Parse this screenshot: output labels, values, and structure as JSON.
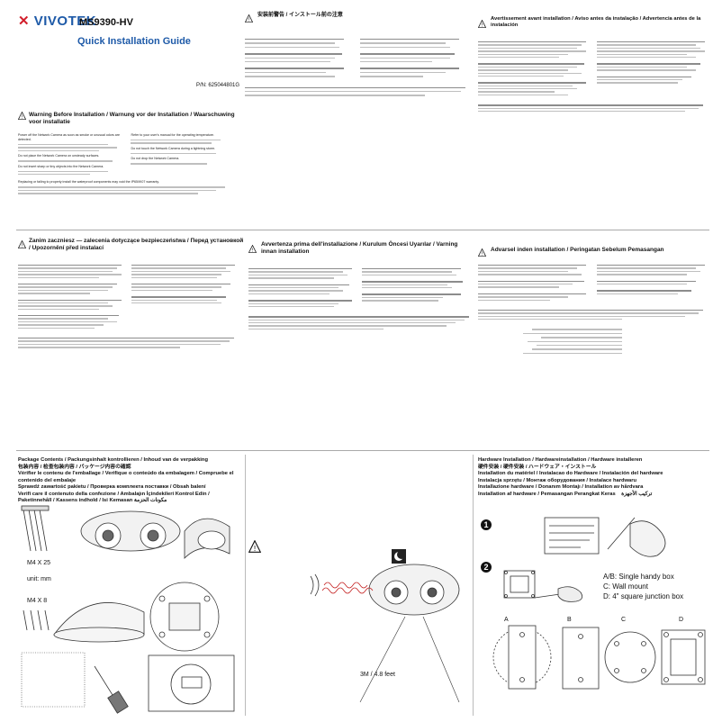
{
  "brand": {
    "logo_text": "VIVOTEK",
    "accent": "#1e5aa8",
    "logo_red": "#d21e2b"
  },
  "header": {
    "model": "MS9390-HV",
    "guide": "Quick Installation Guide",
    "part_number": "P/N: 625044801G"
  },
  "sections": {
    "warn_en": "Warning Before Installation / Warnung vor der Installation / Waarschuwing voor installatie",
    "warn_jp": "安装前警告 / インストール前の注意",
    "warn_pt": "Avertissement avant installation / Aviso antes da instalação / Advertencia antes de la instalación",
    "warn_pl": "Zanim zaczniesz — zalecenia dotyczące bezpieczeństwa / Перед установкой / Upozornění před instalací",
    "warn_it": "Avvertenza prima dell'installazione / Kurulum Öncesi Uyarılar / Varning innan installation",
    "warn_se": "Advarsel inden installation / Peringatan Sebelum Pemasangan",
    "package_title": "Package Contents / Packungsinhalt kontrollieren / Inhoud van de verpakking",
    "package_l2": "包装内容 / 检查包装内容 / パッケージ内容の確認",
    "package_l3": "Vérifier le contenu de l'emballage / Verifique o conteúdo da embalagem / Compruebe el contenido del embalaje",
    "package_l4": "Sprawdź zawartość pakietu / Проверка комплекта поставки / Obsah balení",
    "package_l5": "Verifi care il contenuto della confezione / Ambalajın İçindekileri Kontrol Edin /",
    "package_l6": "Paketinnehåll / Kassens indhold / Isi Kemasan",
    "package_ar": "مكونات الحزمة",
    "hw_title": "Hardware Installation / Hardwareinstallation / Hardware installeren",
    "hw_l2": "硬件安装 / 硬件安装 / ハードウェア・インストール",
    "hw_l3": "Installation du matériel / Instalacao do Hardware / Instalación del hardware",
    "hw_l4": "Instalacja sprzętu / Монтаж оборудования / Instalace hardwaru",
    "hw_l5": "Installazione hardware / Donanım Montajı / Installation av hårdvara",
    "hw_l6": "Installation af hardware / Pemasangan Perangkat Keras",
    "hw_ar": "تركيب الأجهزة"
  },
  "warnings_en": [
    "Power off the Network Camera as soon as smoke or unusual odors are detected.",
    "Do not place the Network Camera on unsteady surfaces.",
    "Do not insert sharp or tiny objects into the Network Camera.",
    "Replacing or failing to properly install the waterproof components may void the IP65/IK07 warranty.",
    "Refer to your user's manual for the operating temperature.",
    "Do not touch the Network Camera during a lightning storm.",
    "Do not drop the Network Camera."
  ],
  "package": {
    "screw1": "M4 X 25",
    "unit": "unit: mm",
    "screw2": "M4 X 8"
  },
  "hw": {
    "step1": "1",
    "step2": "2",
    "box_a": "A/B: Single handy box",
    "box_c": "C: Wall mount",
    "box_d": "D: 4\" square junction box",
    "distance": "3M / 4.8 feet"
  }
}
